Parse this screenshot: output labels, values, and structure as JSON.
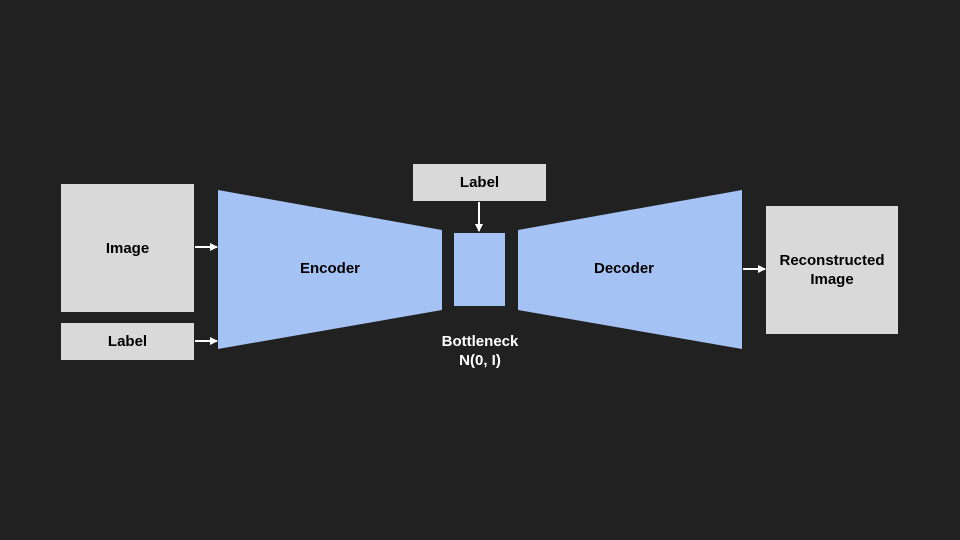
{
  "inputs": {
    "image_label": "Image",
    "label_label": "Label"
  },
  "encoder": {
    "label": "Encoder"
  },
  "bottleneck": {
    "top_label": "Label",
    "caption_line1": "Bottleneck",
    "caption_line2": "N(0, I)"
  },
  "decoder": {
    "label": "Decoder"
  },
  "output": {
    "line1": "Reconstructed",
    "line2": "Image"
  },
  "colors": {
    "background": "#212121",
    "block": "#a4c2f4",
    "box": "#d9d9d9",
    "arrow": "#ffffff"
  }
}
